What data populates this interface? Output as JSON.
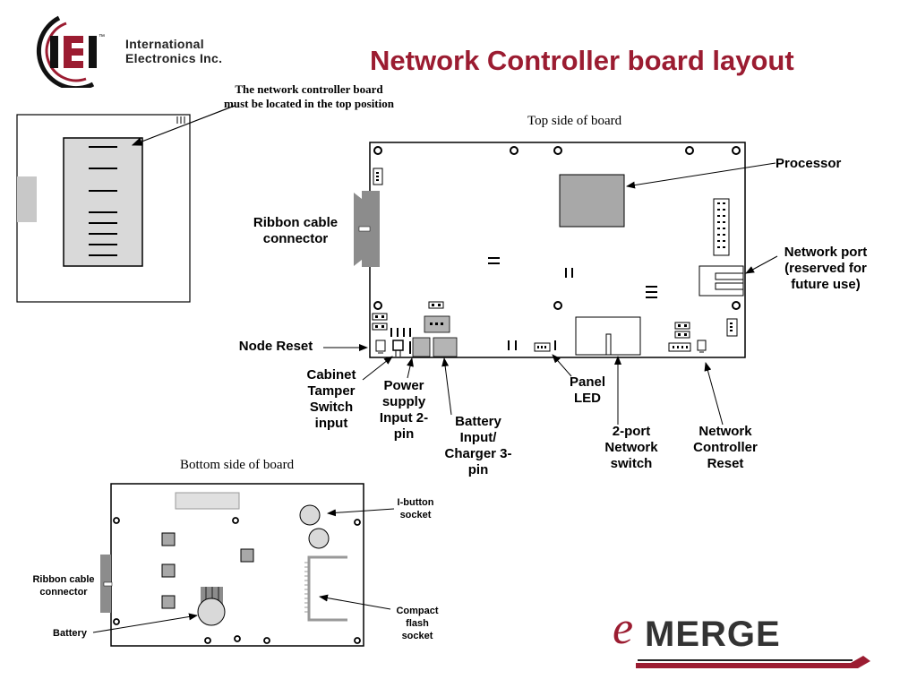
{
  "title": "Network Controller board layout",
  "logo": {
    "mark": "IEI",
    "tm": "™",
    "company_line1": "International",
    "company_line2": "Electronics Inc."
  },
  "note": "The network controller board must be located in the top position",
  "captions": {
    "top": "Top side of board",
    "bottom": "Bottom side of board"
  },
  "top_labels": {
    "processor": "Processor",
    "ribbon": "Ribbon cable connector",
    "network_port": "Network port (reserved for future use)",
    "node_reset": "Node Reset",
    "tamper": "Cabinet Tamper Switch input",
    "power": "Power supply Input 2-pin",
    "battery_input": "Battery Input/ Charger 3-pin",
    "panel_led": "Panel LED",
    "switch": "2-port Network switch",
    "nc_reset": "Network Controller Reset"
  },
  "bottom_labels": {
    "ibutton": "I-button socket",
    "ribbon": "Ribbon cable connector",
    "compact_flash": "Compact flash socket",
    "battery": "Battery"
  },
  "brand": {
    "e": "e",
    "rest": "MERGE"
  },
  "colors": {
    "title": "#9b1c31",
    "brand_red": "#9b1c31",
    "chip_gray": "#a8a8a8",
    "connector_gray": "#8c8c8c"
  }
}
